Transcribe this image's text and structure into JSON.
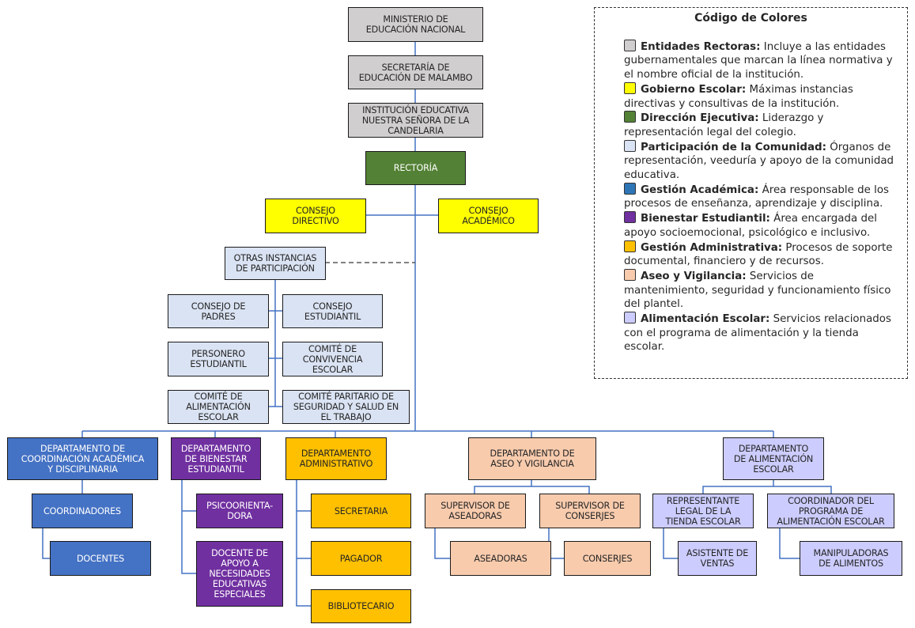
{
  "colors": {
    "rectoras": "#d0cece",
    "gobierno": "#ffff00",
    "direccion": "#538135",
    "participacion": "#dae3f3",
    "academica": "#4472c4",
    "bienestar": "#7030a0",
    "administrativa": "#ffc000",
    "aseo": "#f8cbad",
    "alimentacion": "#ccccff",
    "connector": "#4472c4",
    "dashed_connector": "#595959"
  },
  "nodes": {
    "ministerio": "MINISTERIO DE\nEDUCACIÓN NACIONAL",
    "secretaria_educacion": "SECRETARÍA DE\nEDUCACIÓN DE MALAMBO",
    "institucion": "INSTITUCIÓN EDUCATIVA\nNUESTRA SEÑORA DE LA\nCANDELARIA",
    "rectoria": "RECTORÍA",
    "consejo_directivo": "CONSEJO\nDIRECTIVO",
    "consejo_academico": "CONSEJO\nACADÉMICO",
    "otras_instancias": "OTRAS INSTANCIAS\nDE PARTICIPACIÓN",
    "consejo_padres": "CONSEJO DE\nPADRES",
    "consejo_estudiantil": "CONSEJO\nESTUDIANTIL",
    "personero": "PERSONERO\nESTUDIANTIL",
    "comite_convivencia": "COMITÉ DE\nCONVIVENCIA\nESCOLAR",
    "comite_alimentacion": "COMITÉ DE\nALIMENTACIÓN\nESCOLAR",
    "comite_paritario": "COMITÉ PARITARIO DE\nSEGURIDAD Y SALUD EN\nEL TRABAJO",
    "dept_coordinacion": "DEPARTAMENTO DE\nCOORDINACIÓN ACADÉMICA\nY DISCIPLINARIA",
    "coordinadores": "COORDINADORES",
    "docentes": "DOCENTES",
    "dept_bienestar": "DEPARTAMENTO\nDE BIENESTAR\nESTUDIANTIL",
    "psicoorientadora": "PSICOORIENTA-\nDORA",
    "docente_apoyo": "DOCENTE DE\nAPOYO A\nNECESIDADES\nEDUCATIVAS\nESPECIALES",
    "dept_administrativo": "DEPARTAMENTO\nADMINISTRATIVO",
    "secretaria": "SECRETARIA",
    "pagador": "PAGADOR",
    "bibliotecario": "BIBLIOTECARIO",
    "dept_aseo": "DEPARTAMENTO DE\nASEO Y VIGILANCIA",
    "supervisor_aseadoras": "SUPERVISOR DE\nASEADORAS",
    "supervisor_conserjes": "SUPERVISOR DE\nCONSERJES",
    "aseadoras": "ASEADORAS",
    "conserjes": "CONSERJES",
    "dept_alimentacion": "DEPARTAMENTO\nDE ALIMENTACIÓN\nESCOLAR",
    "representante_tienda": "REPRESENTANTE\nLEGAL DE LA\nTIENDA ESCOLAR",
    "coordinador_pae": "COORDINADOR DEL\nPROGRAMA DE\nALIMENTACIÓN ESCOLAR",
    "asistente_ventas": "ASISTENTE DE\nVENTAS",
    "manipuladoras": "MANIPULADORAS\nDE ALIMENTOS"
  },
  "legend": {
    "title": "Código de Colores",
    "items": [
      {
        "label": "Entidades Rectoras:",
        "desc": " Incluye a las entidades gubernamentales que marcan la línea normativa y el nombre oficial de la institución."
      },
      {
        "label": "Gobierno Escolar:",
        "desc": " Máximas instancias directivas y consultivas de la institución."
      },
      {
        "label": "Dirección Ejecutiva:",
        "desc": " Liderazgo y representación legal del colegio."
      },
      {
        "label": "Participación de la Comunidad:",
        "desc": " Órganos de representación, veeduría y apoyo de la comunidad educativa."
      },
      {
        "label": "Gestión Académica:",
        "desc": " Área responsable de los procesos de enseñanza, aprendizaje y disciplina."
      },
      {
        "label": "Bienestar Estudiantil:",
        "desc": " Área encargada del apoyo socioemocional, psicológico e inclusivo."
      },
      {
        "label": "Gestión Administrativa:",
        "desc": " Procesos de soporte documental, financiero y de recursos."
      },
      {
        "label": "Aseo y Vigilancia:",
        "desc": " Servicios de mantenimiento, seguridad y funcionamiento físico del plantel."
      },
      {
        "label": "Alimentación Escolar:",
        "desc": " Servicios relacionados con el programa de alimentación y la tienda escolar."
      }
    ]
  }
}
